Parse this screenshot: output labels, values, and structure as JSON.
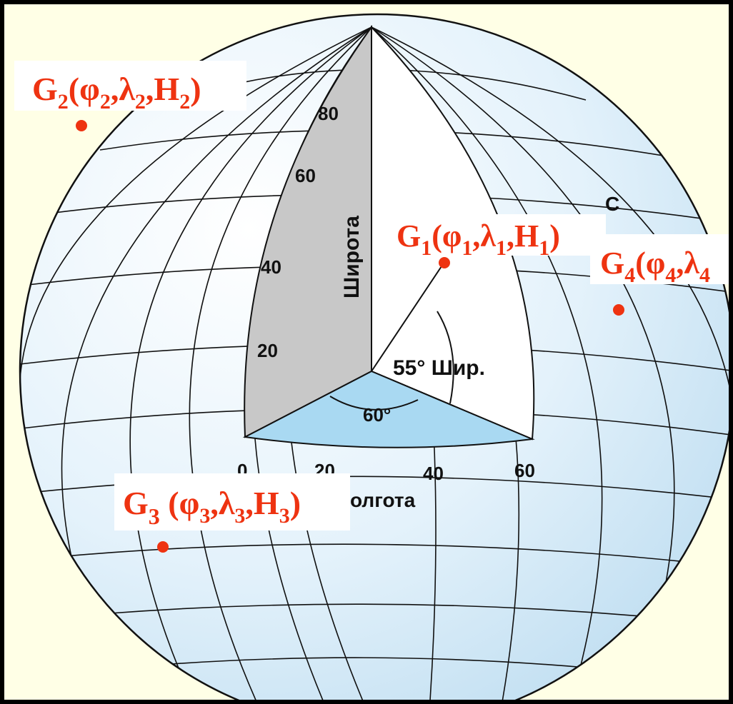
{
  "latitude": {
    "axis_label": "Широта",
    "ticks": [
      "20",
      "40",
      "60",
      "80"
    ]
  },
  "longitude": {
    "axis_label_visible": "олгота",
    "ticks": [
      "0",
      "20",
      "40",
      "60"
    ]
  },
  "angles": {
    "latitude_angle": "55° Шир.",
    "longitude_angle": "60°"
  },
  "partial_text": "С",
  "points": [
    {
      "id": "G1",
      "letter": "G",
      "index": "1",
      "open": "(φ",
      "lam": ",λ",
      "h": ",H",
      "close": ")"
    },
    {
      "id": "G2",
      "letter": "G",
      "index": "2",
      "open": "(φ",
      "lam": ",λ",
      "h": ",H",
      "close": ")"
    },
    {
      "id": "G3",
      "letter": "G",
      "index": "3",
      "open": " (φ",
      "lam": ",λ",
      "h": ",H",
      "close": ")"
    },
    {
      "id": "G4",
      "letter": "G",
      "index": "4",
      "open": "(φ",
      "lam": ",λ",
      "h": "",
      "close": ""
    }
  ],
  "colors": {
    "frame": "#ffffe6",
    "globe_fill": "#d6ebf8",
    "cutaway_latitude": "#c8c8c8",
    "cutaway_equator": "#a9d9f2",
    "point_color": "#ee3311",
    "border": "#000000"
  }
}
